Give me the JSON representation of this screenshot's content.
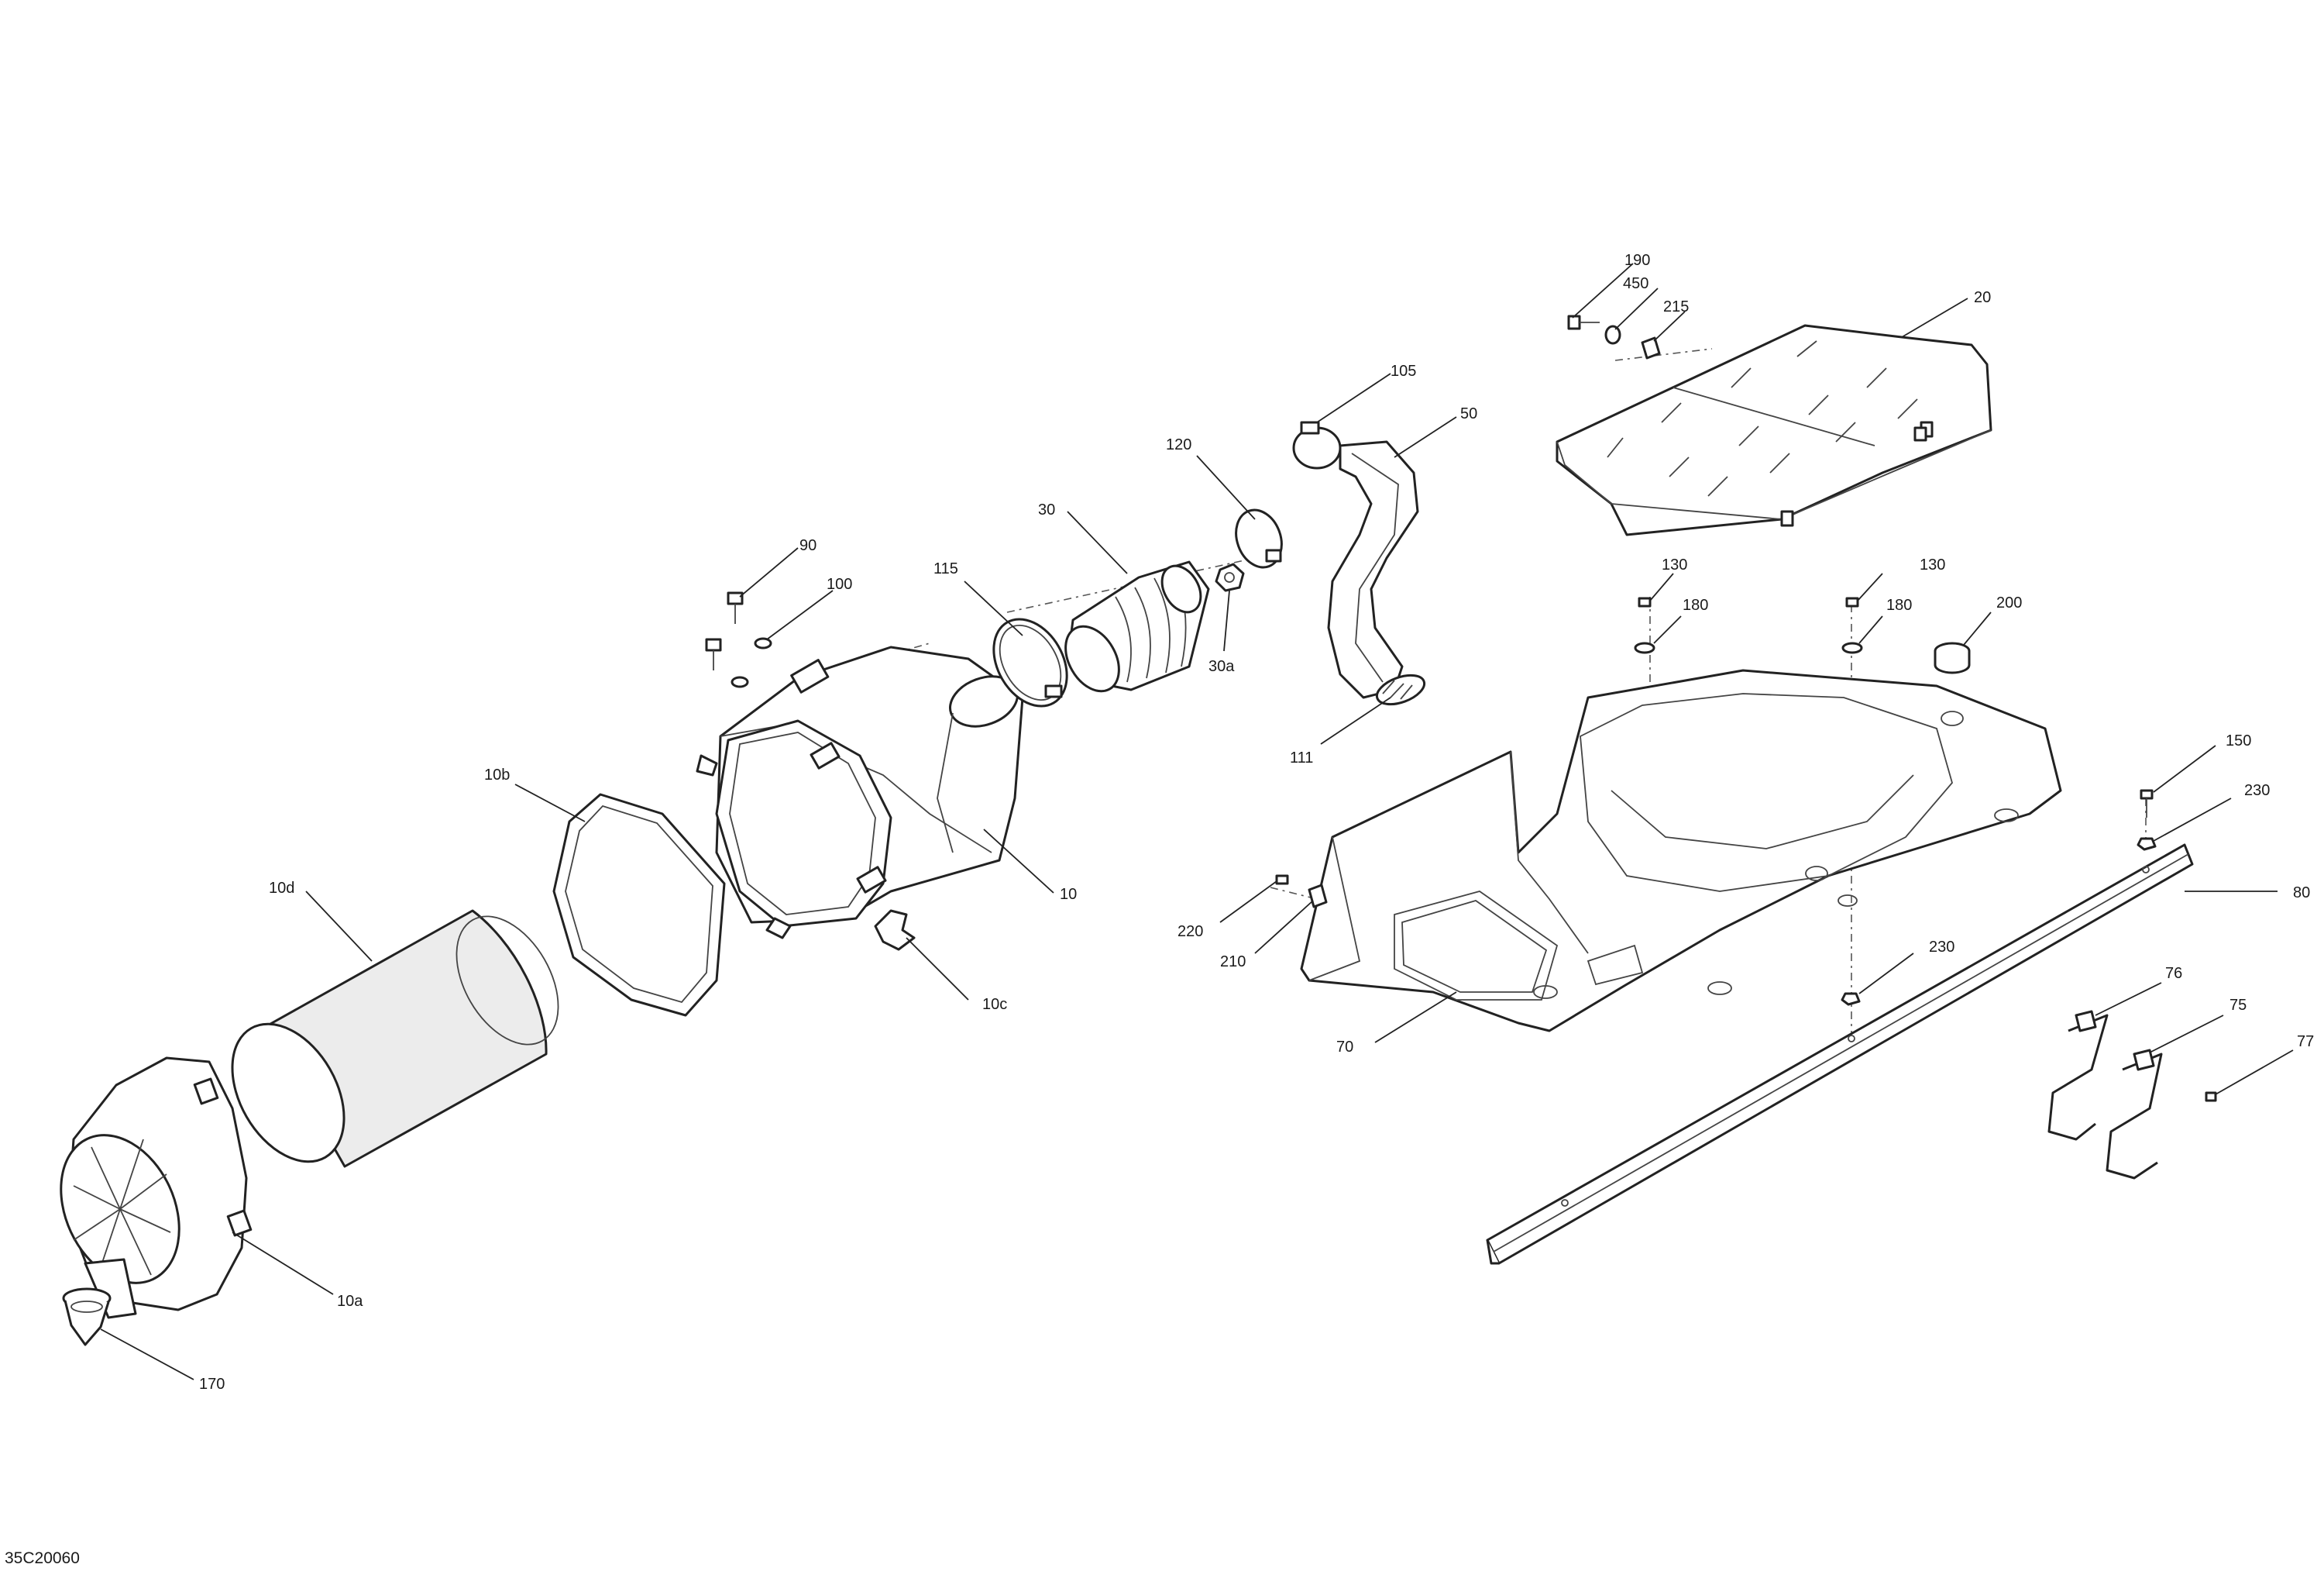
{
  "drawing_code": "35C20060",
  "callouts": {
    "c190": "190",
    "c450": "450",
    "c215": "215",
    "c20": "20",
    "c105": "105",
    "c50": "50",
    "c120": "120",
    "c30": "30",
    "c30a": "30a",
    "c115": "115",
    "c90": "90",
    "c100": "100",
    "c10": "10",
    "c10b": "10b",
    "c10c": "10c",
    "c10d": "10d",
    "c10a": "10a",
    "c170": "170",
    "c111": "111",
    "c130a": "130",
    "c130b": "130",
    "c180a": "180",
    "c180b": "180",
    "c200": "200",
    "c150": "150",
    "c230a": "230",
    "c230b": "230",
    "c80": "80",
    "c220": "220",
    "c210": "210",
    "c70": "70",
    "c76": "76",
    "c75": "75",
    "c77": "77"
  }
}
